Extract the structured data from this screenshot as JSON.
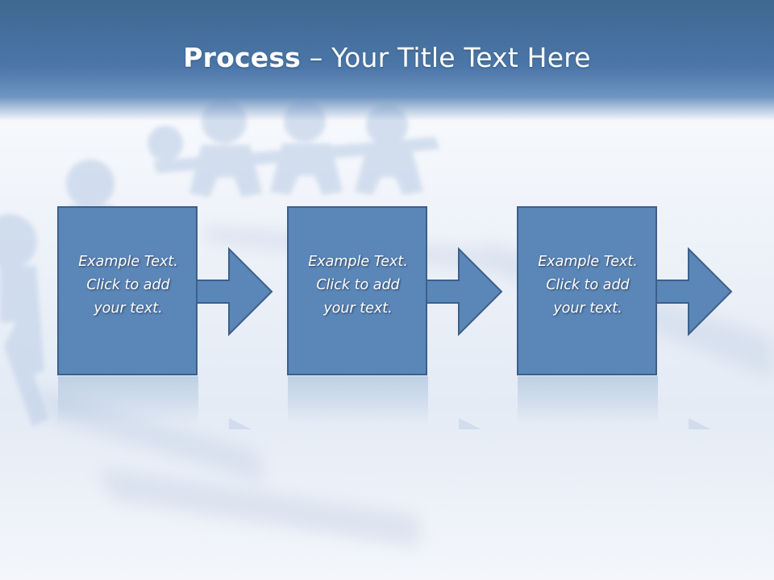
{
  "slide": {
    "title_bold": "Process",
    "title_rest": " – Your Title Text Here"
  },
  "steps": [
    {
      "lines": [
        "Example Text.",
        "Click  to add",
        "your text."
      ]
    },
    {
      "lines": [
        "Example Text.",
        "Click  to add",
        "your text."
      ]
    },
    {
      "lines": [
        "Example Text.",
        "Click  to add",
        "your text."
      ]
    }
  ],
  "colors": {
    "header": "#4a76a8",
    "box_fill": "#5b86b8",
    "box_stroke": "#3c5f8a",
    "text": "#ffffff"
  }
}
